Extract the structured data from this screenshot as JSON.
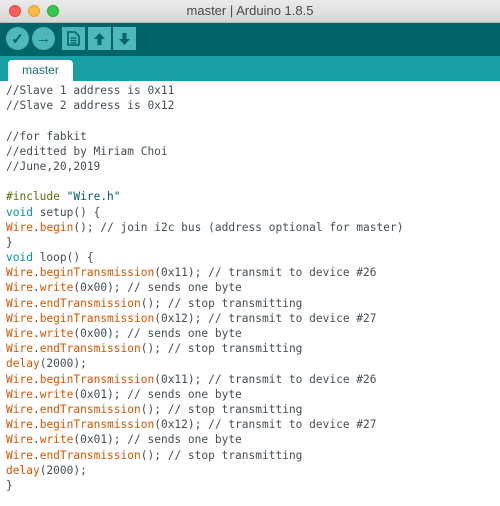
{
  "window": {
    "title": "master | Arduino 1.8.5"
  },
  "toolbar": {
    "buttons": [
      {
        "name": "verify",
        "icon": "check-icon",
        "glyph": "✓"
      },
      {
        "name": "upload",
        "icon": "arrow-right-icon",
        "glyph": "→"
      },
      {
        "name": "new",
        "icon": "new-file-icon"
      },
      {
        "name": "open",
        "icon": "arrow-up-icon"
      },
      {
        "name": "save",
        "icon": "arrow-down-icon"
      }
    ]
  },
  "tabs": [
    {
      "label": "master",
      "active": true
    }
  ],
  "editor": {
    "lines": [
      {
        "text": "//Slave 1 address is 0x11"
      },
      {
        "text": "//Slave 2 address is 0x12"
      },
      {
        "text": ""
      },
      {
        "text": "//for fabkit"
      },
      {
        "text": "//editted by Miriam Choi"
      },
      {
        "text": "//June,20,2019"
      },
      {
        "text": ""
      },
      {
        "text": "#include \"Wire.h\""
      },
      {
        "text": "void setup() {"
      },
      {
        "text": "Wire.begin(); // join i2c bus (address optional for master)"
      },
      {
        "text": "}"
      },
      {
        "text": "void loop() {"
      },
      {
        "text": "Wire.beginTransmission(0x11); // transmit to device #26"
      },
      {
        "text": "Wire.write(0x00); // sends one byte"
      },
      {
        "text": "Wire.endTransmission(); // stop transmitting"
      },
      {
        "text": "Wire.beginTransmission(0x12); // transmit to device #27"
      },
      {
        "text": "Wire.write(0x00); // sends one byte"
      },
      {
        "text": "Wire.endTransmission(); // stop transmitting"
      },
      {
        "text": "delay(2000);"
      },
      {
        "text": "Wire.beginTransmission(0x11); // transmit to device #26"
      },
      {
        "text": "Wire.write(0x01); // sends one byte"
      },
      {
        "text": "Wire.endTransmission(); // stop transmitting"
      },
      {
        "text": "Wire.beginTransmission(0x12); // transmit to device #27"
      },
      {
        "text": "Wire.write(0x01); // sends one byte"
      },
      {
        "text": "Wire.endTransmission(); // stop transmitting"
      },
      {
        "text": "delay(2000);"
      },
      {
        "text": "}"
      }
    ]
  },
  "colors": {
    "toolbar": "#006468",
    "tabstrip": "#17a1a5",
    "button": "#4db7bb",
    "keyword": "#00979c",
    "function": "#d35400",
    "preprocessor": "#5e6d03",
    "comment": "#434f54"
  }
}
